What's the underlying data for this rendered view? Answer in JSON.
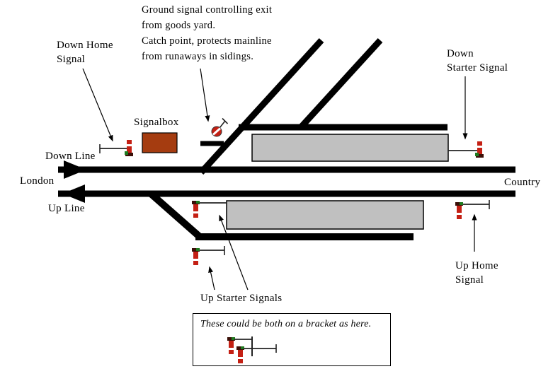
{
  "diagram": {
    "background": "#ffffff",
    "colors": {
      "track": "#000000",
      "platform_fill": "#c0c0c0",
      "platform_border": "#000000",
      "signalbox_fill": "#a53c10",
      "signal_red": "#c42014",
      "signal_cap_dark": "#3a0f08",
      "signal_green": "#1f7a1f",
      "signal_line": "#222222",
      "arrow": "#000000",
      "text": "#000000"
    },
    "icons": {
      "semaphore_signal": "signal-post-icon",
      "ground_signal": "ground-disc-icon",
      "direction_arrow": "track-direction-arrow-icon"
    },
    "labels": {
      "ground_note": {
        "line1": "Ground signal controlling exit",
        "line2": "from goods yard.",
        "line3": "Catch point, protects mainline",
        "line4": "from runaways in sidings."
      },
      "down_home": {
        "line1": "Down Home",
        "line2": "Signal"
      },
      "signalbox": "Signalbox",
      "down_line": "Down Line",
      "london": "London",
      "up_line": "Up Line",
      "down_starter": {
        "line1": "Down",
        "line2": "Starter Signal"
      },
      "country": "Country",
      "up_starter": "Up Starter Signals",
      "up_home": {
        "line1": "Up Home",
        "line2": "Signal"
      },
      "bracket_note": "These could be both on a bracket as here."
    }
  }
}
